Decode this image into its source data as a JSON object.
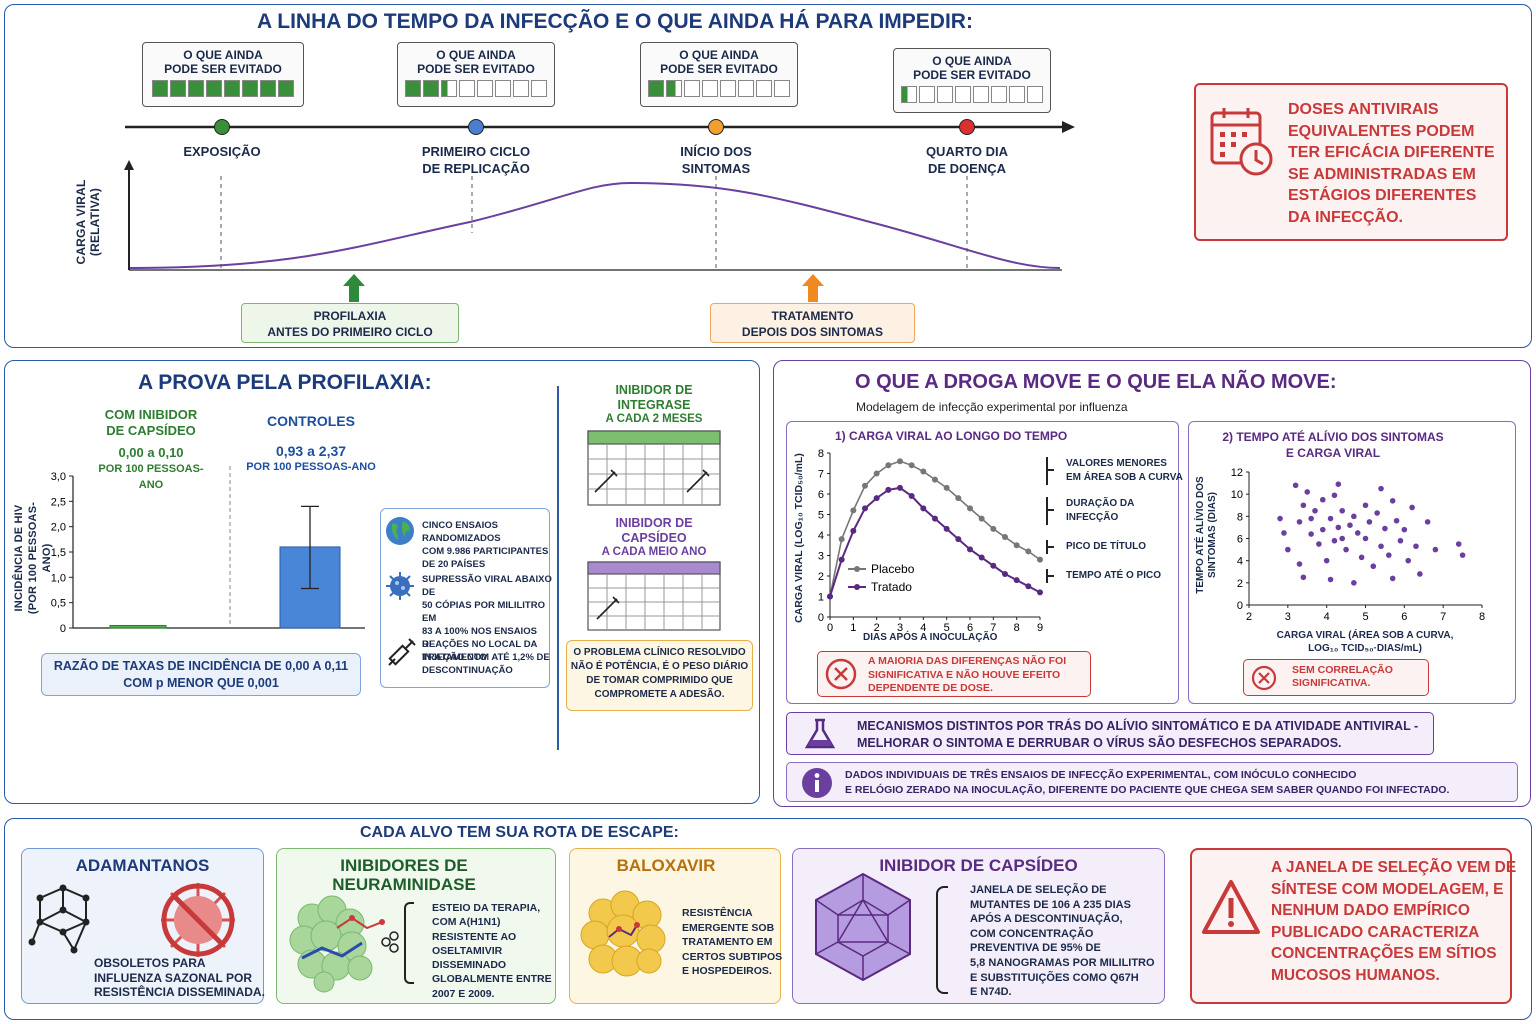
{
  "timeline": {
    "title": "A LINHA DO TEMPO DA INFECÇÃO E O QUE AINDA HÁ PARA IMPEDIR:",
    "box_label_1": "O QUE AINDA",
    "box_label_2": "PODE SER EVITADO",
    "stages": [
      {
        "name_1": "EXPOSIÇÃO",
        "name_2": "",
        "color": "#3a8f3a",
        "remaining_fraction": 1.0
      },
      {
        "name_1": "PRIMEIRO CICLO",
        "name_2": "DE REPLICAÇÃO",
        "color": "#4a7fd0",
        "remaining_fraction": 0.3
      },
      {
        "name_1": "INÍCIO DOS",
        "name_2": "SINTOMAS",
        "color": "#f0a030",
        "remaining_fraction": 0.2
      },
      {
        "name_1": "QUARTO DIA",
        "name_2": "DE DOENÇA",
        "color": "#d93030",
        "remaining_fraction": 0.05
      }
    ],
    "ylabel_1": "CARGA VIRAL",
    "ylabel_2": "(RELATIVA)",
    "prophylaxis_1": "PROFILAXIA",
    "prophylaxis_2": "ANTES DO PRIMEIRO CICLO",
    "treatment_1": "TRATAMENTO",
    "treatment_2": "DEPOIS DOS SINTOMAS",
    "alert": [
      "DOSES ANTIVIRAIS",
      "EQUIVALENTES PODEM",
      "TER EFICÁCIA DIFERENTE",
      "SE ADMINISTRADAS EM",
      "ESTÁGIOS DIFERENTES",
      "DA INFECÇÃO."
    ]
  },
  "proof": {
    "title": "A PROVA PELA PROFILAXIA:",
    "capsid_label_1": "COM INIBIDOR",
    "capsid_label_2": "DE CAPSÍDEO",
    "capsid_range": "0,00 a 0,10",
    "capsid_unit": "POR 100 PESSOAS-ANO",
    "control_label": "CONTROLES",
    "control_range": "0,93 a 2,37",
    "control_unit": "POR 100 PESSOAS-ANO",
    "ylabel_1": "INCIDÊNCIA DE HIV",
    "ylabel_2": "(POR 100 PESSOAS-ANO)",
    "rate_ratio_1": "RAZÃO DE TAXAS DE INCIDÊNCIA DE 0,00 A 0,11",
    "rate_ratio_2": "COM p MENOR QUE 0,001",
    "facts": [
      {
        "icon": "globe-icon",
        "text": [
          "CINCO ENSAIOS RANDOMIZADOS",
          "COM 9.986 PARTICIPANTES",
          "DE 20 PAÍSES"
        ]
      },
      {
        "icon": "virus-icon",
        "text": [
          "SUPRESSÃO VIRAL ABAIXO DE",
          "50 CÓPIAS POR MILILITRO EM",
          "83 A 100% NOS ENSAIOS DE",
          "TRATAMENTO"
        ]
      },
      {
        "icon": "syringe-icon",
        "text": [
          "REAÇÕES NO LOCAL DA",
          "INJEÇÃO COM ATÉ 1,2% DE",
          "DESCONTINUAÇÃO"
        ]
      }
    ],
    "integrase_1": "INIBIDOR DE",
    "integrase_2": "INTEGRASE",
    "integrase_3": "A CADA 2 MESES",
    "capsid_inj_1": "INIBIDOR DE",
    "capsid_inj_2": "CAPSÍDEO",
    "capsid_inj_3": "A CADA MEIO ANO",
    "problem": [
      "O PROBLEMA CLÍNICO RESOLVIDO",
      "NÃO É POTÊNCIA, É O PESO DIÁRIO",
      "DE TOMAR COMPRIMIDO QUE",
      "COMPROMETE A ADESÃO."
    ],
    "chart_data": {
      "type": "bar",
      "categories": [
        "COM INIBIDOR DE CAPSÍDEO",
        "CONTROLES"
      ],
      "values": [
        0.05,
        1.6
      ],
      "error_low": [
        0.0,
        0.78
      ],
      "error_high": [
        0.1,
        2.4
      ],
      "ylim": [
        0,
        3.0
      ],
      "yticks": [
        "0",
        "0,5",
        "1,0",
        "1,5",
        "2,0",
        "2,5",
        "3,0"
      ],
      "colors": [
        "#4caf50",
        "#4a86d8"
      ]
    }
  },
  "drug": {
    "title": "O QUE A DROGA MOVE E O QUE ELA NÃO MOVE:",
    "subtitle": "Modelagem de infecção experimental por influenza",
    "chart1_title": "1) CARGA VIRAL AO LONGO DO TEMPO",
    "chart1_xlabel": "DIAS APÓS A INOCULAÇÃO",
    "chart1_ylabel": "CARGA VIRAL (LOG₁₀ TCID₅₀/mL)",
    "legend_placebo": "Placebo",
    "legend_treated": "Tratado",
    "brackets": [
      [
        "VALORES MENORES",
        "EM ÁREA SOB A CURVA"
      ],
      [
        "DURAÇÃO DA",
        "INFECÇÃO"
      ],
      [
        "PICO DE TÍTULO"
      ],
      [
        "TEMPO ATÉ O PICO"
      ]
    ],
    "chart1_note": [
      "A MAIORIA DAS DIFERENÇAS NÃO FOI",
      "SIGNIFICATIVA E NÃO HOUVE EFEITO",
      "DEPENDENTE DE DOSE."
    ],
    "chart2_title_1": "2) TEMPO ATÉ ALÍVIO DOS SINTOMAS",
    "chart2_title_2": "E CARGA VIRAL",
    "chart2_ylabel_1": "TEMPO ATÉ ALÍVIO DOS",
    "chart2_ylabel_2": "SINTOMAS (DIAS)",
    "chart2_xlabel_1": "CARGA VIRAL (ÁREA SOB A CURVA,",
    "chart2_xlabel_2": "LOG₁₀ TCID₅₀·DIAS/mL)",
    "chart2_note": [
      "SEM CORRELAÇÃO",
      "SIGNIFICATIVA."
    ],
    "mechanism": [
      "MECANISMOS DISTINTOS POR TRÁS DO ALÍVIO SINTOMÁTICO E DA ATIVIDADE ANTIVIRAL -",
      "MELHORAR O SINTOMA E DERRUBAR O VÍRUS SÃO DESFECHOS SEPARADOS."
    ],
    "info": [
      "DADOS INDIVIDUAIS DE TRÊS ENSAIOS DE INFECÇÃO EXPERIMENTAL, COM  INÓCULO CONHECIDO",
      "E RELÓGIO ZERADO NA INOCULAÇÃO,  DIFERENTE DO PACIENTE QUE CHEGA SEM SABER  QUANDO   FOI  INFECTADO."
    ],
    "chart_data": [
      {
        "type": "line",
        "x": [
          0,
          0.5,
          1,
          1.5,
          2,
          2.5,
          3,
          3.5,
          4,
          4.5,
          5,
          5.5,
          6,
          6.5,
          7,
          7.5,
          8,
          8.5,
          9
        ],
        "series": [
          {
            "name": "Placebo",
            "color": "#777777",
            "values": [
              1.0,
              3.8,
              5.2,
              6.4,
              7.0,
              7.4,
              7.6,
              7.4,
              7.1,
              6.7,
              6.3,
              5.8,
              5.3,
              4.8,
              4.3,
              3.9,
              3.5,
              3.2,
              2.8
            ]
          },
          {
            "name": "Tratado",
            "color": "#5a2a82",
            "values": [
              1.0,
              2.8,
              4.2,
              5.3,
              5.8,
              6.2,
              6.3,
              5.9,
              5.3,
              4.8,
              4.3,
              3.8,
              3.3,
              2.9,
              2.5,
              2.1,
              1.8,
              1.5,
              1.2
            ]
          }
        ],
        "xlim": [
          0,
          9
        ],
        "ylim": [
          0,
          8
        ],
        "xticks": [
          "0",
          "1",
          "2",
          "3",
          "4",
          "5",
          "6",
          "7",
          "8",
          "9"
        ],
        "yticks": [
          "0",
          "1",
          "2",
          "3",
          "4",
          "5",
          "6",
          "7",
          "8"
        ]
      },
      {
        "type": "scatter",
        "xlim": [
          2,
          8
        ],
        "ylim": [
          0,
          12
        ],
        "xticks": [
          "2",
          "3",
          "4",
          "5",
          "6",
          "7",
          "8"
        ],
        "yticks": [
          "0",
          "2",
          "4",
          "6",
          "8",
          "10",
          "12"
        ],
        "points": [
          [
            2.8,
            7.8
          ],
          [
            2.9,
            6.5
          ],
          [
            3.0,
            5.0
          ],
          [
            3.2,
            10.8
          ],
          [
            3.3,
            7.5
          ],
          [
            3.3,
            3.7
          ],
          [
            3.4,
            2.5
          ],
          [
            3.5,
            10.2
          ],
          [
            3.4,
            9.0
          ],
          [
            3.6,
            7.8
          ],
          [
            3.6,
            6.4
          ],
          [
            3.7,
            8.5
          ],
          [
            3.8,
            5.5
          ],
          [
            3.9,
            9.5
          ],
          [
            3.9,
            6.8
          ],
          [
            4.0,
            4.0
          ],
          [
            4.1,
            7.8
          ],
          [
            4.1,
            2.3
          ],
          [
            4.2,
            9.9
          ],
          [
            4.2,
            5.8
          ],
          [
            4.3,
            10.9
          ],
          [
            4.3,
            7.0
          ],
          [
            4.4,
            6.0
          ],
          [
            4.4,
            8.5
          ],
          [
            4.5,
            5.0
          ],
          [
            4.6,
            7.2
          ],
          [
            4.7,
            2.0
          ],
          [
            4.7,
            8.0
          ],
          [
            4.8,
            6.5
          ],
          [
            4.9,
            4.3
          ],
          [
            5.0,
            9.0
          ],
          [
            5.0,
            6.0
          ],
          [
            5.1,
            7.5
          ],
          [
            5.2,
            3.5
          ],
          [
            5.3,
            8.3
          ],
          [
            5.4,
            10.5
          ],
          [
            5.4,
            5.3
          ],
          [
            5.5,
            6.9
          ],
          [
            5.6,
            4.5
          ],
          [
            5.7,
            9.4
          ],
          [
            5.7,
            2.4
          ],
          [
            5.8,
            7.6
          ],
          [
            5.9,
            5.8
          ],
          [
            6.0,
            6.8
          ],
          [
            6.1,
            4.0
          ],
          [
            6.2,
            8.8
          ],
          [
            6.3,
            5.3
          ],
          [
            6.4,
            2.8
          ],
          [
            6.6,
            7.5
          ],
          [
            6.8,
            5.0
          ],
          [
            7.4,
            5.5
          ],
          [
            7.5,
            4.5
          ]
        ]
      }
    ]
  },
  "escape": {
    "title": "CADA ALVO TEM SUA ROTA DE ESCAPE:",
    "adamantanes_title": "ADAMANTANOS",
    "adamantanes_text": [
      "OBSOLETOS PARA",
      "INFLUENZA SAZONAL POR",
      "RESISTÊNCIA DISSEMINADA."
    ],
    "neuraminidase_title_1": "INIBIDORES DE",
    "neuraminidase_title_2": "NEURAMINIDASE",
    "neuraminidase_text": [
      "ESTEIO DA TERAPIA,",
      "COM A(H1N1)",
      "RESISTENTE AO",
      "OSELTAMIVIR",
      "DISSEMINADO",
      "GLOBALMENTE ENTRE",
      "2007 E 2009."
    ],
    "baloxavir_title": "BALOXAVIR",
    "baloxavir_text": [
      "RESISTÊNCIA",
      "EMERGENTE SOB",
      "TRATAMENTO EM",
      "CERTOS SUBTIPOS",
      "E HOSPEDEIROS."
    ],
    "capsid_title": "INIBIDOR DE CAPSÍDEO",
    "capsid_text": [
      "JANELA DE SELEÇÃO DE",
      "MUTANTES DE 106 A 235 DIAS",
      "APÓS A DESCONTINUAÇÃO,",
      "COM CONCENTRAÇÃO",
      "PREVENTIVA DE 95% DE",
      "5,8 NANOGRAMAS POR MILILITRO",
      "E SUBSTITUIÇÕES COMO Q67H",
      "E N74D."
    ],
    "warning": [
      "A JANELA DE SELEÇÃO VEM DE",
      "SÍNTESE COM MODELAGEM, E",
      "NENHUM DADO EMPÍRICO",
      "PUBLICADO CARACTERIZA",
      "CONCENTRAÇÕES EM SÍTIOS",
      "MUCOSOS HUMANOS."
    ]
  }
}
